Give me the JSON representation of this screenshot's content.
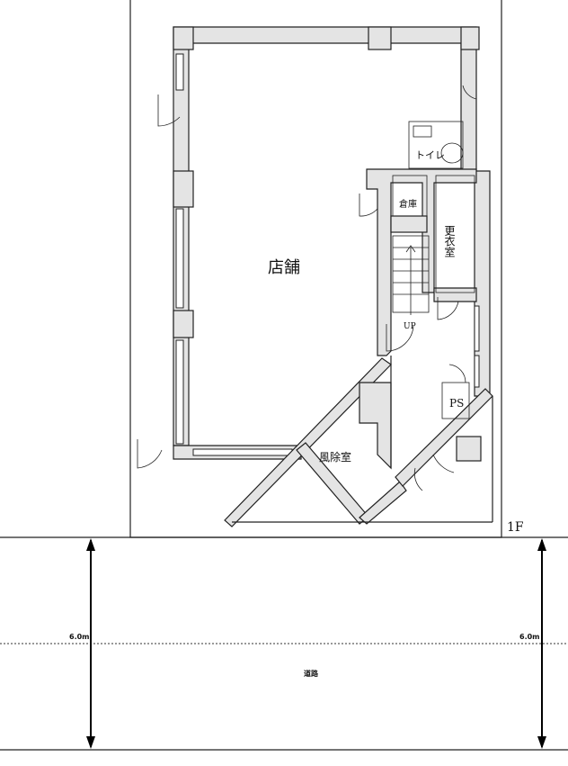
{
  "plan": {
    "floor_label": "1F",
    "rooms": {
      "store": "店舗",
      "storage": "倉庫",
      "changing_room": "更衣室",
      "toilet": "トイレ",
      "vestibule": "風除室",
      "pipe_space": "PS",
      "stairs_up": "UP"
    }
  },
  "road": {
    "label": "道路",
    "width_left": "6.0m",
    "width_right": "6.0m"
  }
}
